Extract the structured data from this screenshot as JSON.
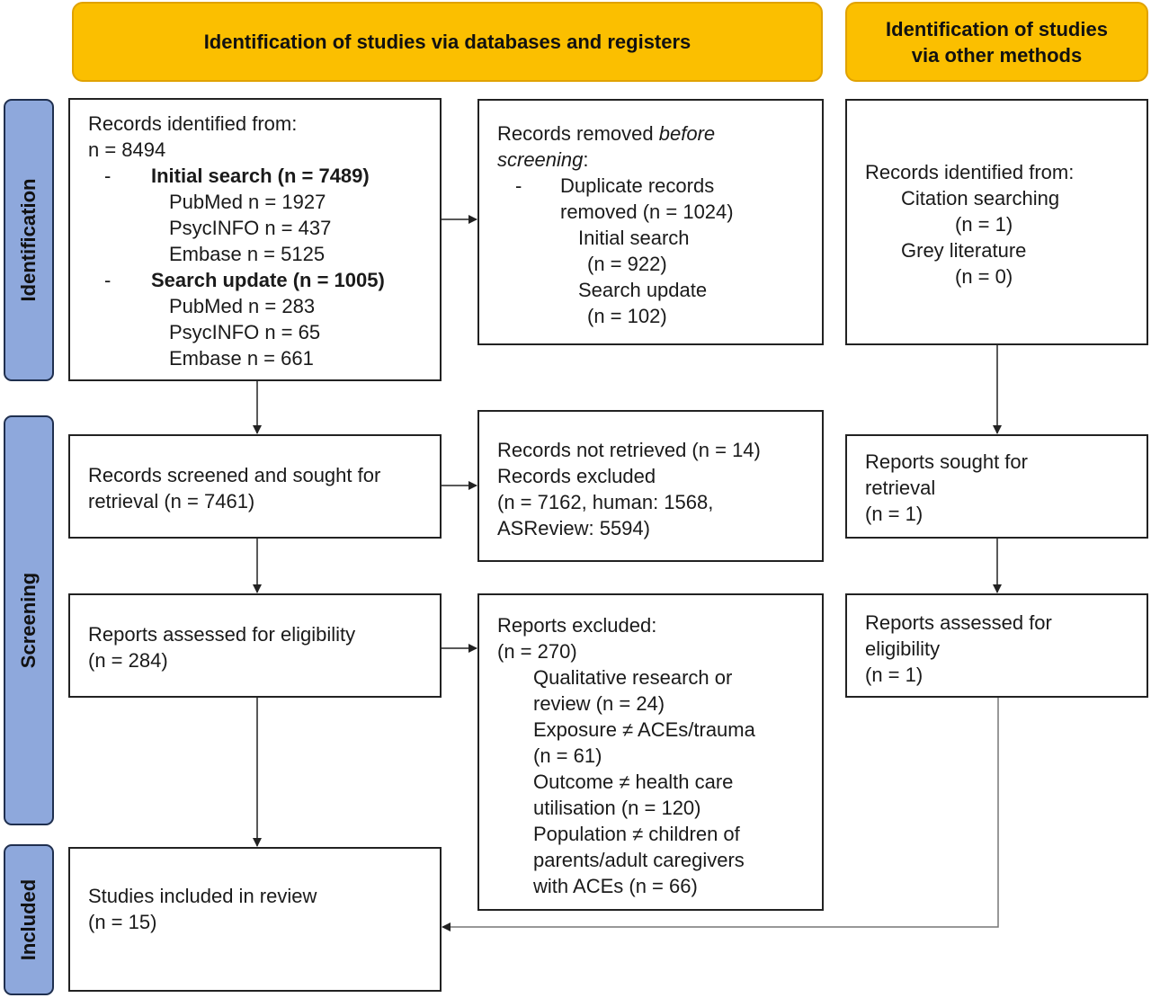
{
  "headers": {
    "databases": "Identification of studies via databases and registers",
    "other_line1": "Identification of studies",
    "other_line2": "via other methods"
  },
  "sidebar": {
    "identification": "Identification",
    "screening": "Screening",
    "included": "Included"
  },
  "records_identified": {
    "title": "Records identified from:",
    "total": "n = 8494",
    "dash": "-",
    "initial": {
      "label": "Initial search (n = 7489)",
      "pubmed": "PubMed n = 1927",
      "psycinfo": "PsycINFO n = 437",
      "embase": "Embase n = 5125"
    },
    "update": {
      "label": "Search update (n = 1005)",
      "pubmed": "PubMed n = 283",
      "psycinfo": "PsycINFO n = 65",
      "embase": "Embase n = 661"
    }
  },
  "records_removed": {
    "title_plain": "Records removed ",
    "title_italic1": "before",
    "title_italic2": "screening",
    "title_end": ":",
    "dash": "-",
    "dup_line1": "Duplicate records",
    "dup_line2": "removed (n = 1024)",
    "initial_label": "Initial search",
    "initial_n": "(n = 922)",
    "update_label": "Search update",
    "update_n": "(n = 102)"
  },
  "other_identified": {
    "title": "Records identified from:",
    "citation": "Citation searching",
    "citation_n": "(n = 1)",
    "grey": "Grey literature",
    "grey_n": "(n = 0)"
  },
  "screened": {
    "line1": "Records screened and sought for",
    "line2": "retrieval (n = 7461)"
  },
  "not_retrieved": {
    "line1": "Records not retrieved (n = 14)",
    "line2": "Records excluded",
    "line3": "(n = 7162, human: 1568,",
    "line4": "ASReview: 5594)"
  },
  "sought_other": {
    "line1": "Reports sought for",
    "line2": "retrieval",
    "line3": "(n = 1)"
  },
  "assessed": {
    "line1": "Reports assessed for eligibility",
    "line2": "(n = 284)"
  },
  "reports_excluded": {
    "title": "Reports excluded:",
    "total": "(n = 270)",
    "reasons": [
      "Qualitative research or",
      "review (n = 24)",
      "Exposure ≠ ACEs/trauma",
      "(n = 61)",
      "Outcome ≠ health care",
      "utilisation (n = 120)",
      "Population ≠ children of",
      "parents/adult caregivers",
      "with ACEs (n = 66)"
    ]
  },
  "assessed_other": {
    "line1": "Reports assessed for",
    "line2": "eligibility",
    "line3": "(n = 1)"
  },
  "included": {
    "line1": "Studies included in review",
    "line2": "(n = 15)"
  }
}
